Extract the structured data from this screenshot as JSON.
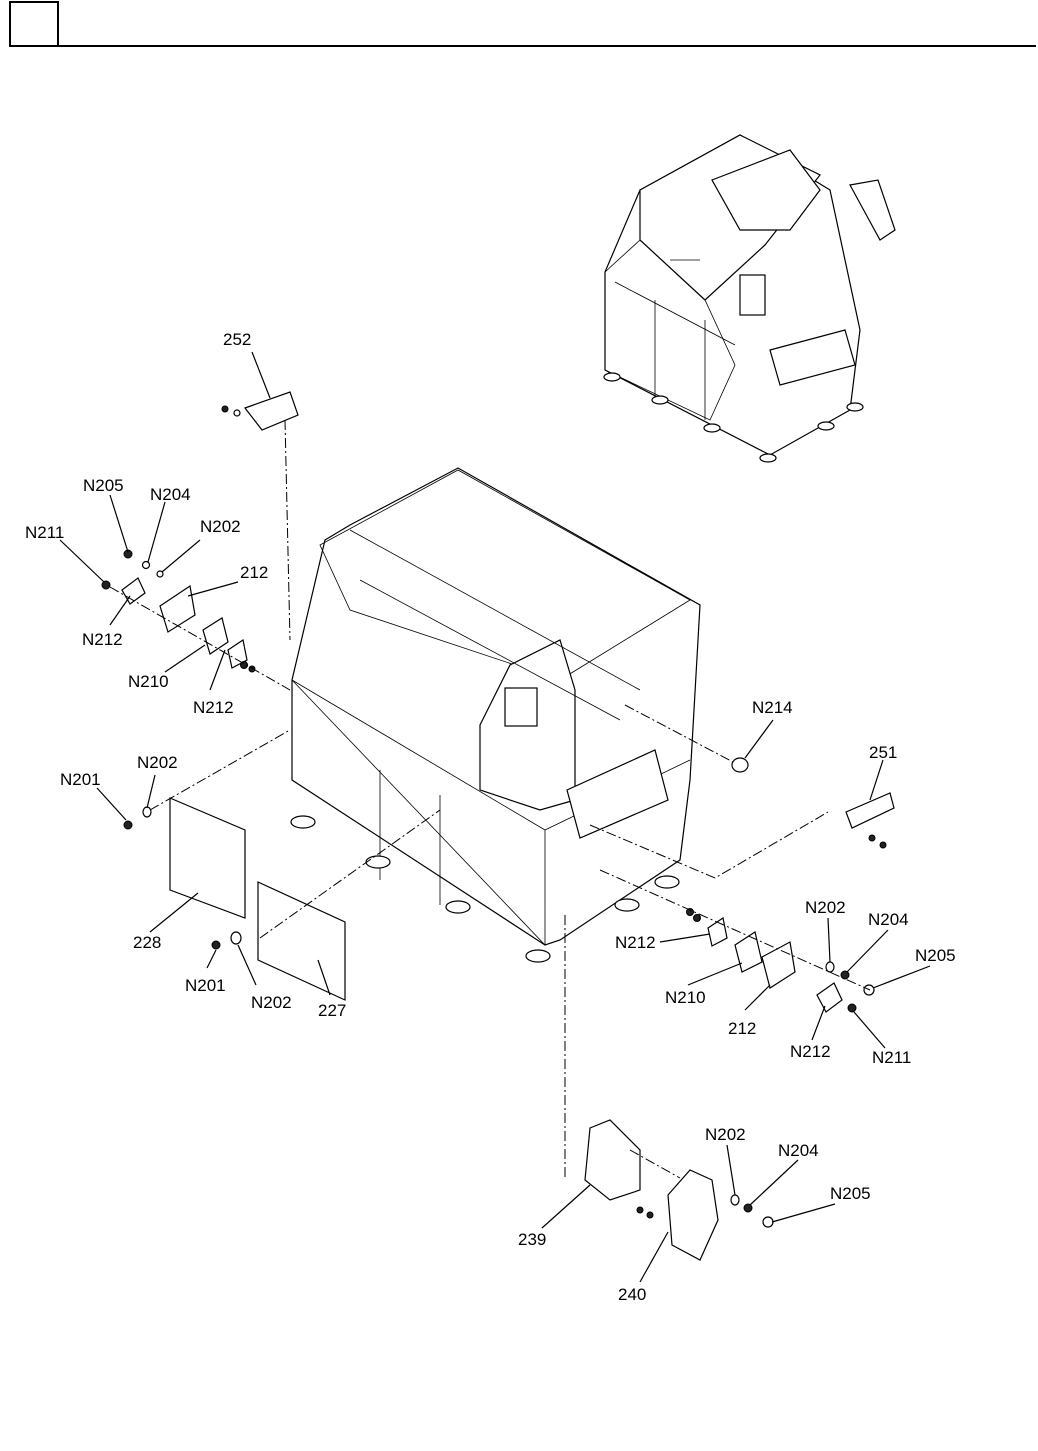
{
  "header": {
    "box_text": ""
  },
  "labels": {
    "p252": "252",
    "n205_a": "N205",
    "n204_a": "N204",
    "n202_a": "N202",
    "n211_a": "N211",
    "p212_a": "212",
    "n212_a": "N212",
    "n210_a": "N210",
    "n212_b": "N212",
    "n214": "N214",
    "p251": "251",
    "n201_a": "N201",
    "n202_b": "N202",
    "p228": "228",
    "n201_b": "N201",
    "n202_c": "N202",
    "p227": "227",
    "n202_d": "N202",
    "n204_b": "N204",
    "n205_b": "N205",
    "n212_c": "N212",
    "n210_b": "N210",
    "p212_b": "212",
    "n212_d": "N212",
    "n211_b": "N211",
    "n202_e": "N202",
    "n204_c": "N204",
    "n205_c": "N205",
    "p239": "239",
    "p240": "240"
  }
}
